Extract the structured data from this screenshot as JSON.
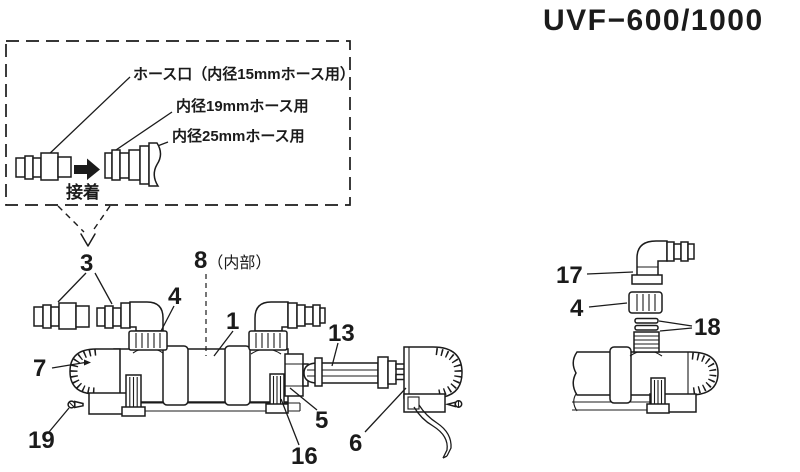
{
  "title": "UVF−600/1000",
  "inset": {
    "hose_port_label": "ホース口（内径15mmホース用）",
    "hose_19mm_label": "内径19mmホース用",
    "hose_25mm_label": "内径25mmホース用",
    "glue_label": "接着"
  },
  "part_labels": {
    "body": "1",
    "hose_port": "3",
    "union_nut_left": "4",
    "union_nut_right": "4",
    "lamp_nut": "5",
    "ballast": "6",
    "end_cap": "7",
    "inner": "8",
    "inner_suffix": "（内部）",
    "uv_lamp": "13",
    "bracket": "16",
    "elbow": "17",
    "orings": "18",
    "screw": "19"
  },
  "colors": {
    "ink": "#1b1b1b",
    "paper": "#ffffff"
  }
}
